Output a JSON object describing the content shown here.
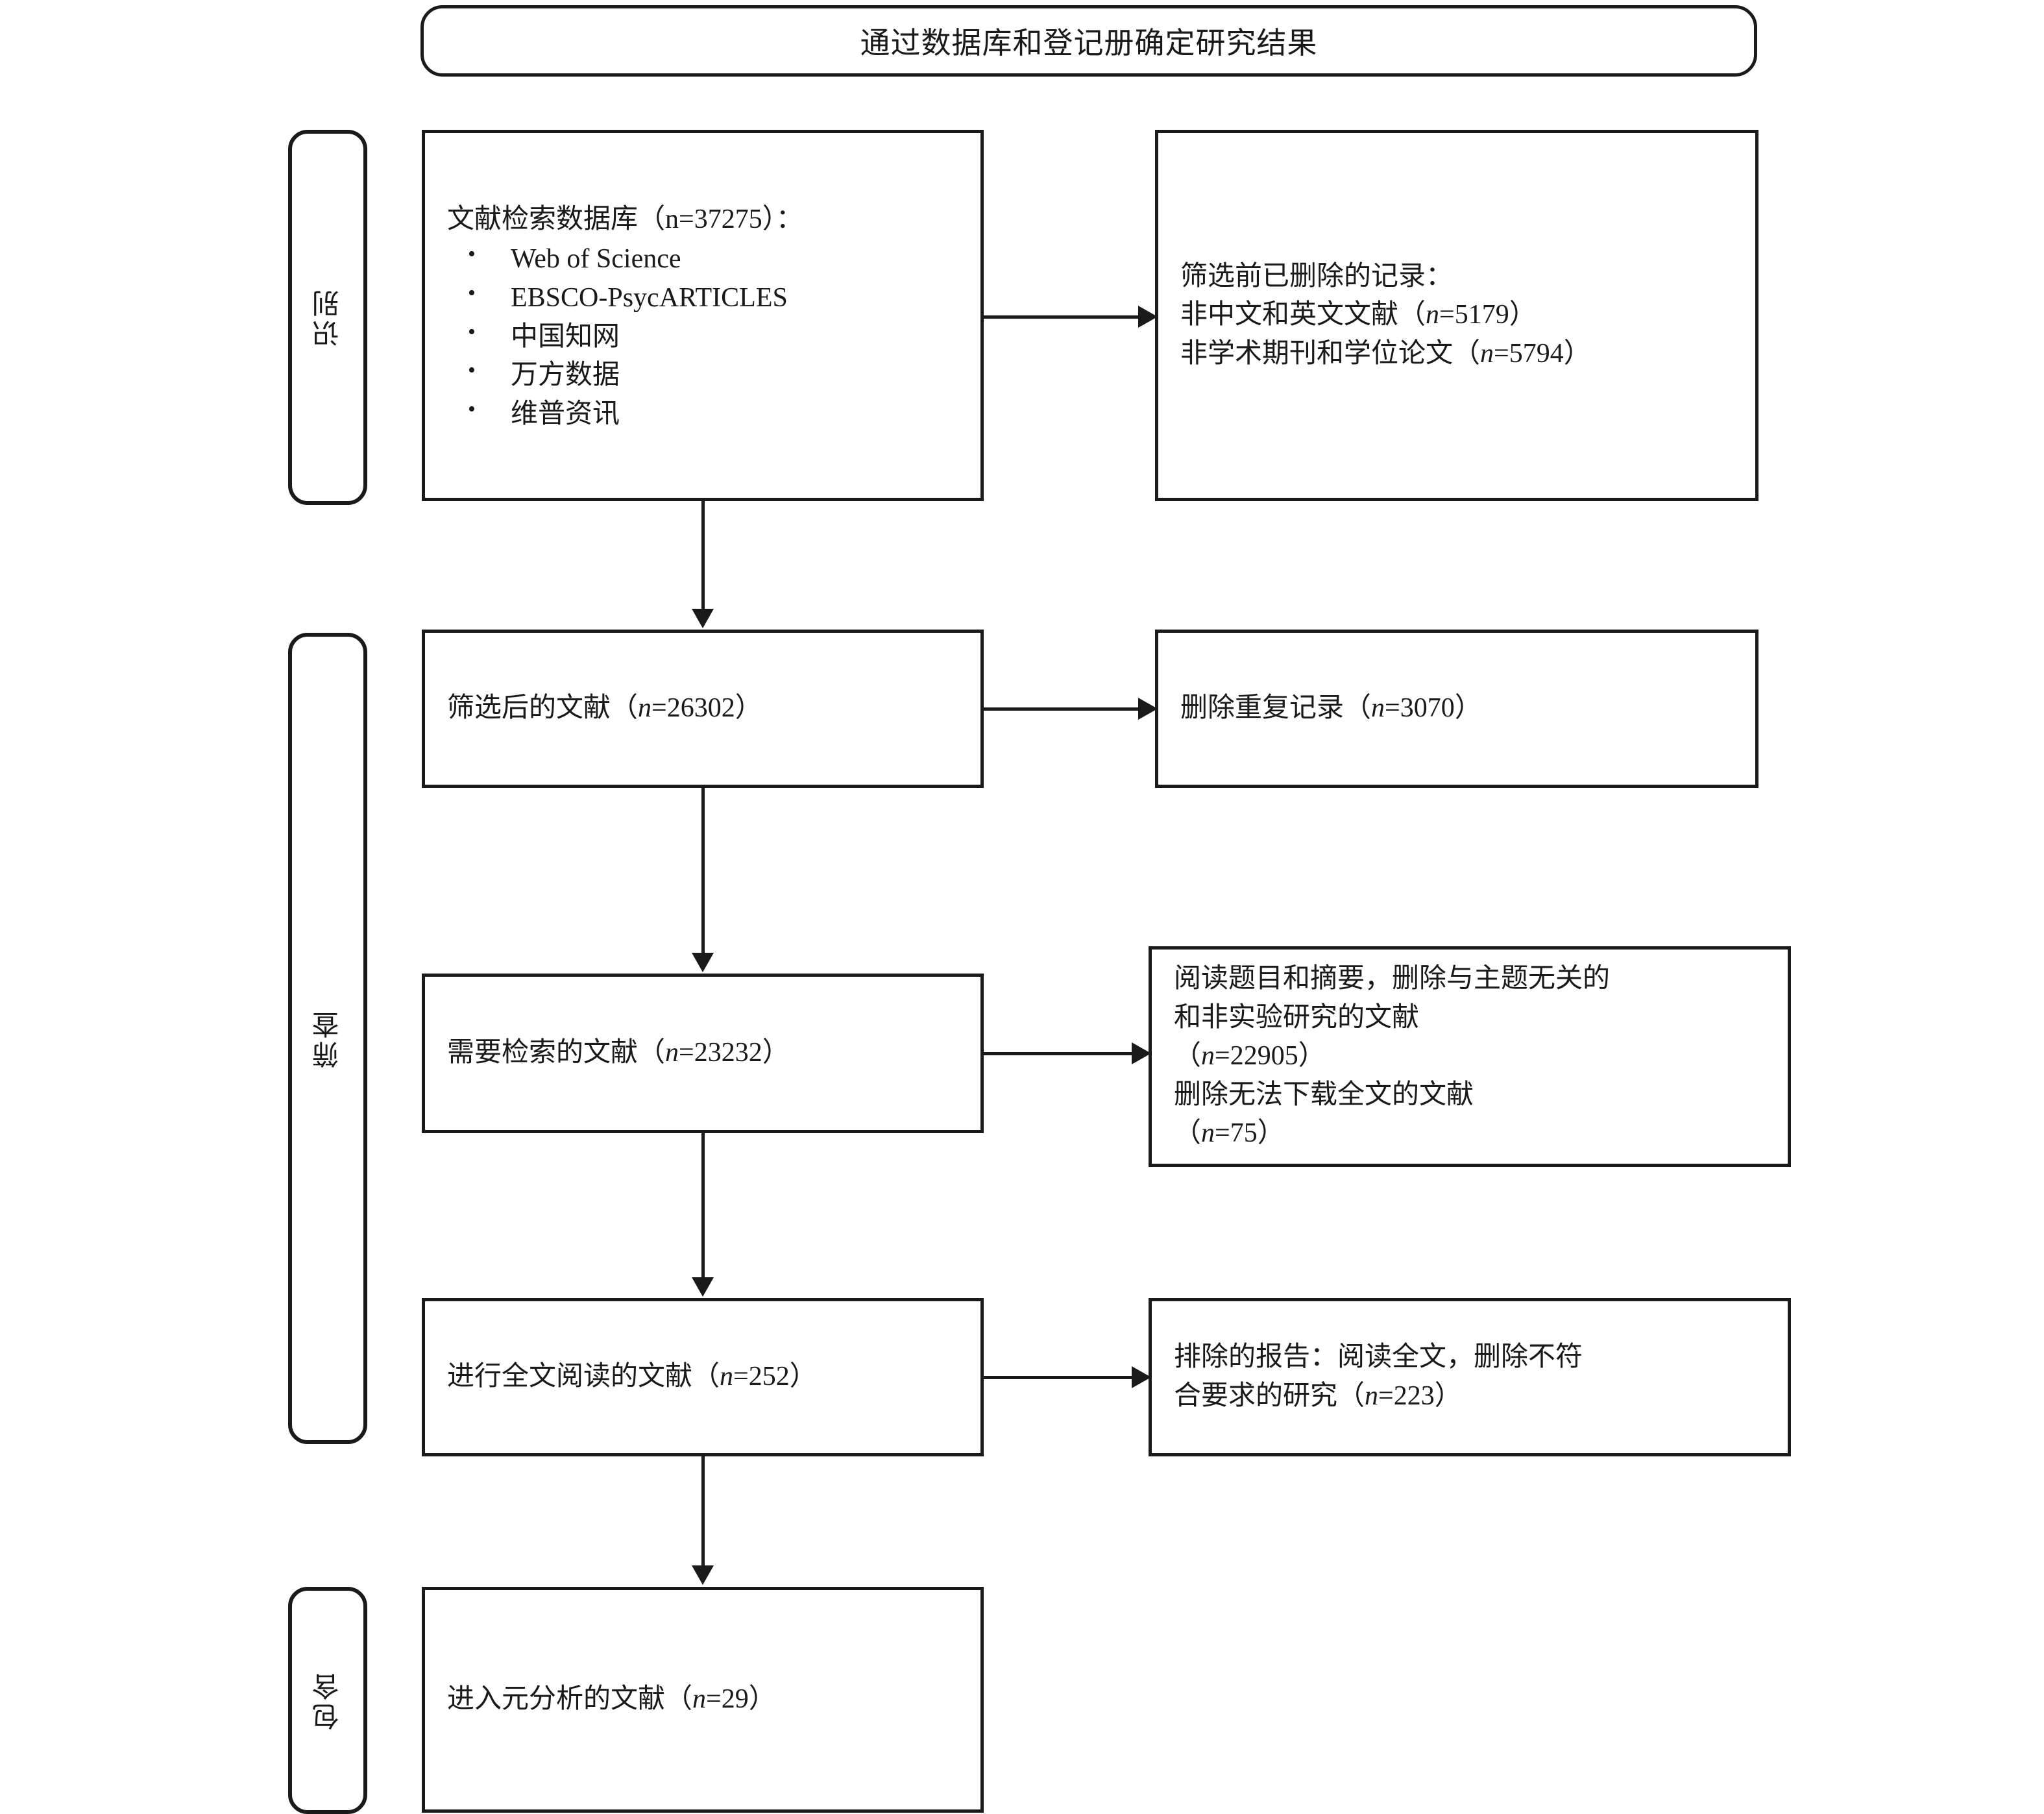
{
  "header": {
    "title": "通过数据库和登记册确定研究结果"
  },
  "stages": [
    {
      "key": "identification",
      "label": "识别"
    },
    {
      "key": "screening",
      "label": "筛查"
    },
    {
      "key": "included",
      "label": "包含"
    }
  ],
  "boxes": {
    "identification": {
      "title": "文献检索数据库（n=37275）：",
      "title_prefix": "文献检索数据库（",
      "title_n": "n",
      "title_value": "=37275）：",
      "sources": [
        "Web of Science",
        "EBSCO-PsycARTICLES",
        "中国知网",
        "万方数据",
        "维普资讯"
      ],
      "n": 37275
    },
    "removed_pre": {
      "line1": "筛选前已删除的记录：",
      "line2_prefix": "非中文和英文文献（",
      "line2_n": "n",
      "line2_value": "=5179）",
      "line3_prefix": "非学术期刊和学位论文（",
      "line3_n": "n",
      "line3_value": "=5794）",
      "n_non_chinese_english": 5179,
      "n_non_academic": 5794
    },
    "screened": {
      "prefix": "筛选后的文献（",
      "n": "n",
      "value": "=26302）",
      "count": 26302
    },
    "duplicates": {
      "prefix": "删除重复记录（",
      "n": "n",
      "value": "=3070）",
      "count": 3070
    },
    "retrieved": {
      "prefix": "需要检索的文献（",
      "n": "n",
      "value": "=23232）",
      "count": 23232
    },
    "excluded_abstract": {
      "line1": "阅读题目和摘要，删除与主题无关的",
      "line2": "和非实验研究的文献",
      "line3_prefix": "（",
      "line3_n": "n",
      "line3_value": "=22905）",
      "line4": "删除无法下载全文的文献",
      "line5_prefix": "（",
      "line5_n": "n",
      "line5_value": "=75）",
      "n_irrelevant": 22905,
      "n_no_fulltext": 75
    },
    "fulltext": {
      "prefix": "进行全文阅读的文献（",
      "n": "n",
      "value": "=252）",
      "count": 252
    },
    "excluded_fulltext": {
      "line1": "排除的报告：阅读全文，删除不符",
      "line2_prefix": "合要求的研究（",
      "line2_n": "n",
      "line2_value": "=223）",
      "count": 223
    },
    "included": {
      "prefix": "进入元分析的文献（",
      "n": "n",
      "value": "=29）",
      "count": 29
    }
  },
  "colors": {
    "stroke": "#1a1a1a",
    "background": "#ffffff"
  }
}
